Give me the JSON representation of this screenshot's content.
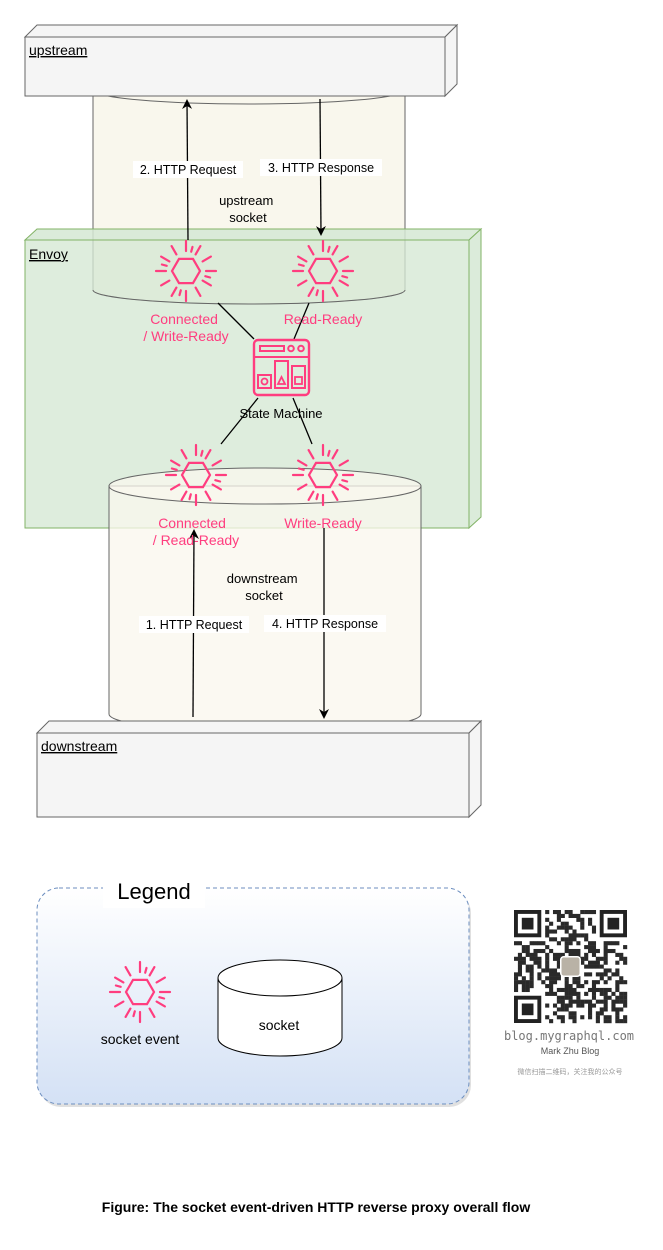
{
  "colors": {
    "event_pink": "#ff3d7f",
    "envoy_fill": "#d5e8d4",
    "envoy_stroke": "#82b366",
    "box_fill": "#f5f5f5",
    "box_stroke": "#666666",
    "socket_fill": "#f9f7ed",
    "legend_fill_top": "#ffffff",
    "legend_fill_bottom": "#d4e1f5"
  },
  "boxes": {
    "upstream": "upstream",
    "envoy": "Envoy",
    "downstream": "downstream"
  },
  "sockets": {
    "upstream": [
      "upstream",
      "socket"
    ],
    "downstream": [
      "downstream",
      "socket"
    ]
  },
  "events": {
    "up_connected": [
      "Connected",
      "/ Write-Ready"
    ],
    "up_read_ready": "Read-Ready",
    "down_connected": [
      "Connected",
      "/ Read-Ready"
    ],
    "down_write_ready": "Write-Ready"
  },
  "state_machine": "State Machine",
  "arrows": {
    "a1": "1. HTTP Request",
    "a2": "2. HTTP Request",
    "a3": "3. HTTP Response",
    "a4": "4. HTTP Response"
  },
  "legend": {
    "title": "Legend",
    "event_label": "socket event",
    "socket_label": "socket"
  },
  "qr": {
    "url": "blog.mygraphql.com",
    "name": "Mark Zhu Blog",
    "note": "微信扫描二维码，关注我的公众号"
  },
  "caption": "Figure: The socket event-driven HTTP reverse proxy overall flow"
}
